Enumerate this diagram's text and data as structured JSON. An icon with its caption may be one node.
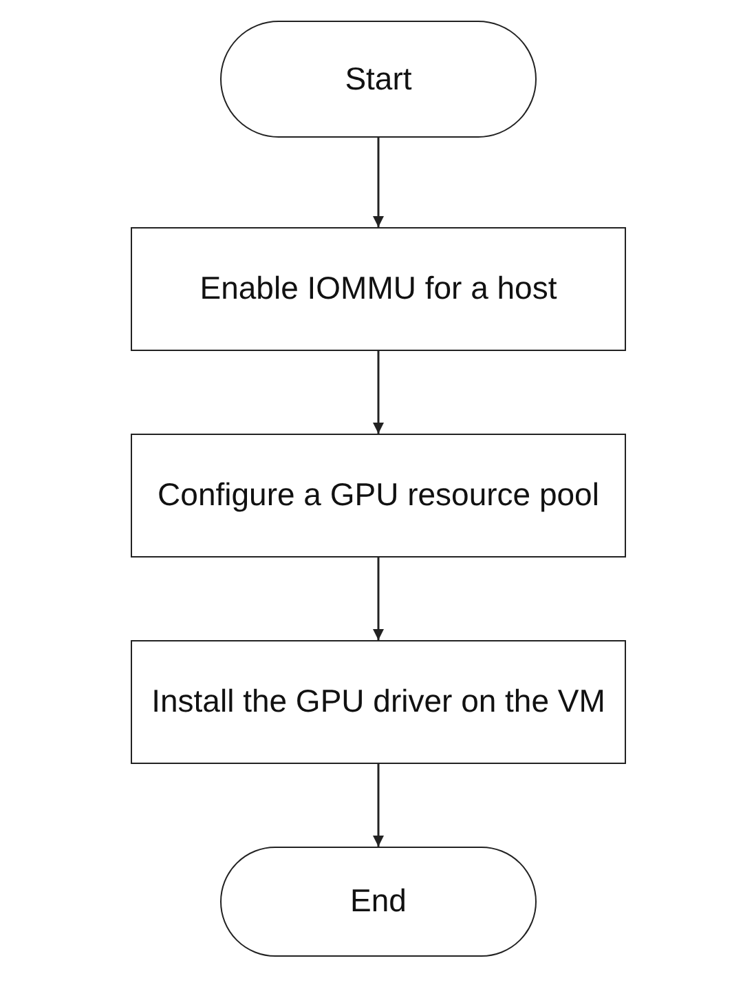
{
  "diagram": {
    "nodes": [
      {
        "text": [
          "Start"
        ]
      },
      {
        "text": [
          "Enable IOMMU for a host"
        ]
      },
      {
        "text": [
          "Configure a GPU resource pool"
        ]
      },
      {
        "text": [
          "Install the GPU driver on the VM"
        ]
      },
      {
        "text": [
          "End"
        ]
      }
    ],
    "edges": [
      {
        "from": 0,
        "to": 1,
        "arrow": "to"
      },
      {
        "from": 1,
        "to": 2,
        "arrow": "to"
      },
      {
        "from": 2,
        "to": 3,
        "arrow": "to"
      },
      {
        "from": 3,
        "to": 4,
        "arrow": "to"
      }
    ]
  }
}
